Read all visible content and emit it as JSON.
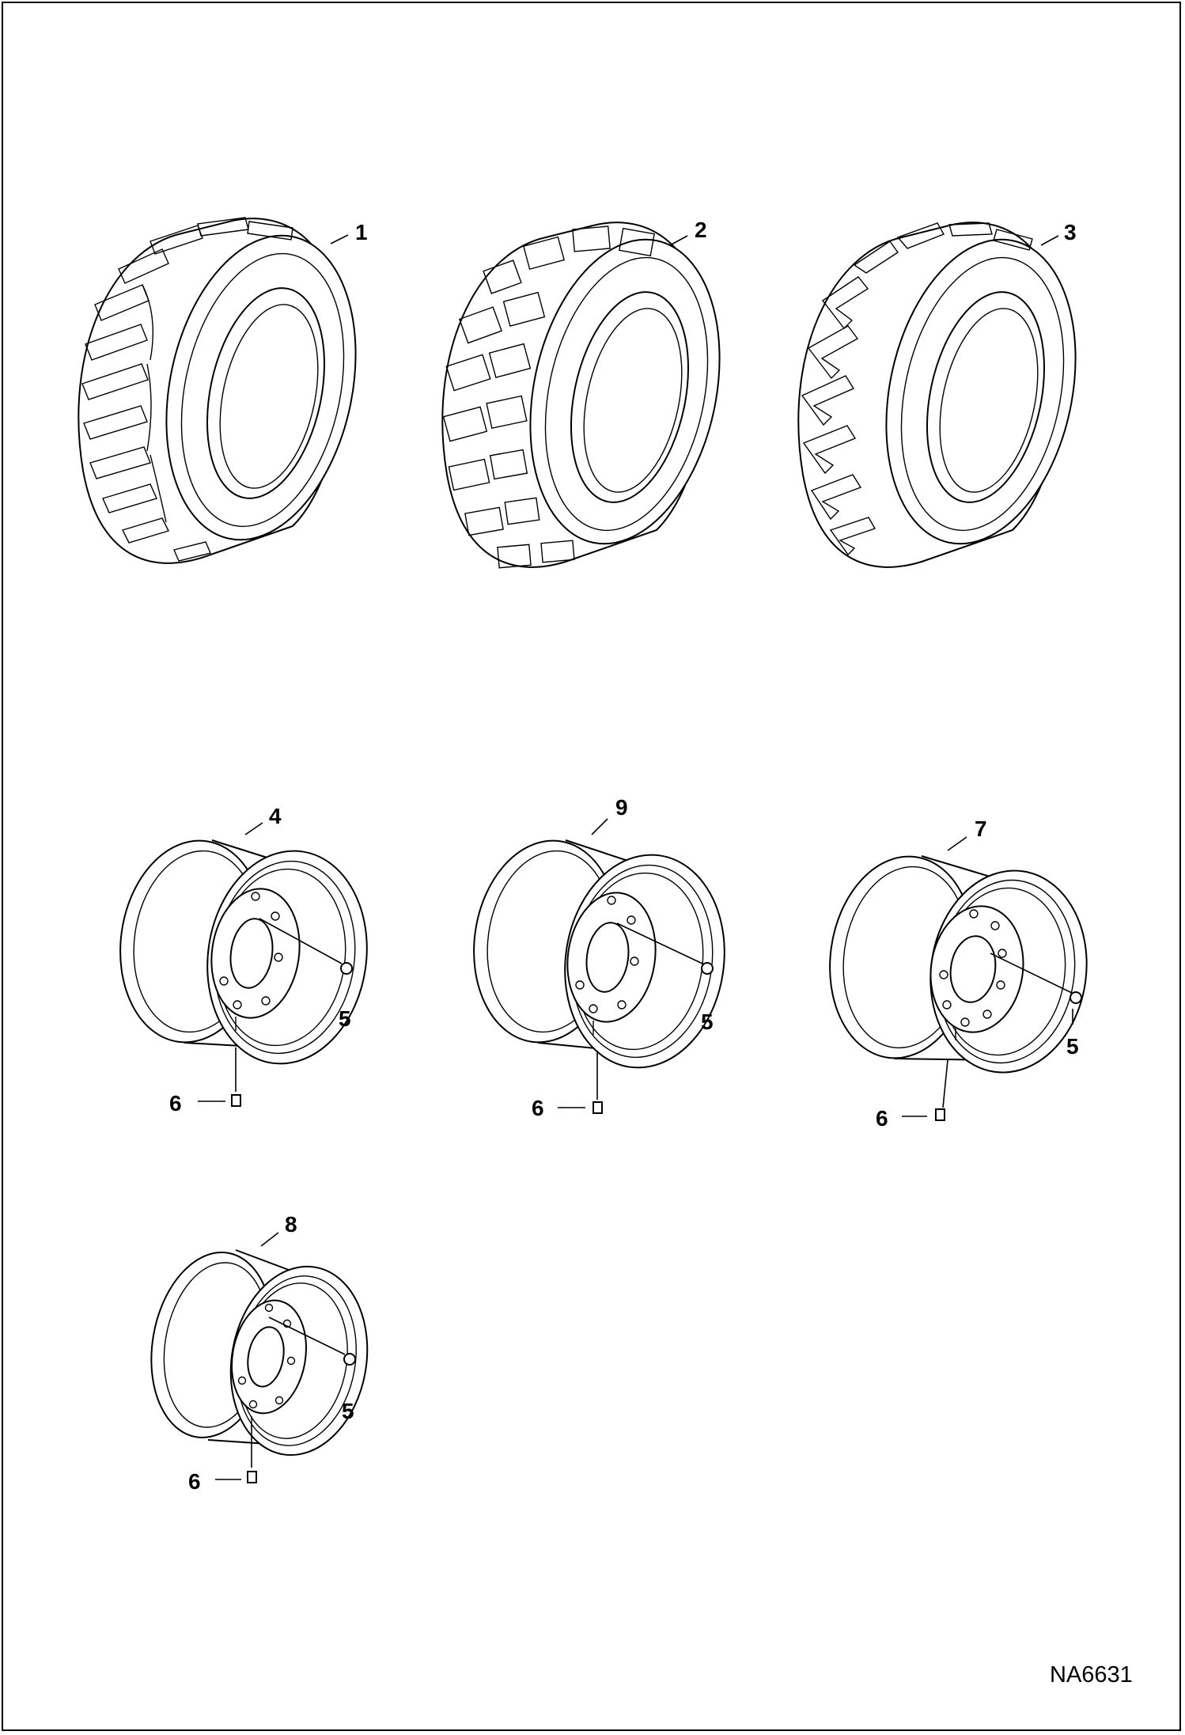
{
  "drawing": {
    "code": "NA6631",
    "tires": [
      {
        "callout": "1",
        "tread": "lug"
      },
      {
        "callout": "2",
        "tread": "block"
      },
      {
        "callout": "3",
        "tread": "directional"
      }
    ],
    "wheels": [
      {
        "callout": "4",
        "nut_callout": "5",
        "valve_callout": "6"
      },
      {
        "callout": "9",
        "nut_callout": "5",
        "valve_callout": "6"
      },
      {
        "callout": "7",
        "nut_callout": "5",
        "valve_callout": "6"
      },
      {
        "callout": "8",
        "nut_callout": "5",
        "valve_callout": "6"
      }
    ]
  }
}
